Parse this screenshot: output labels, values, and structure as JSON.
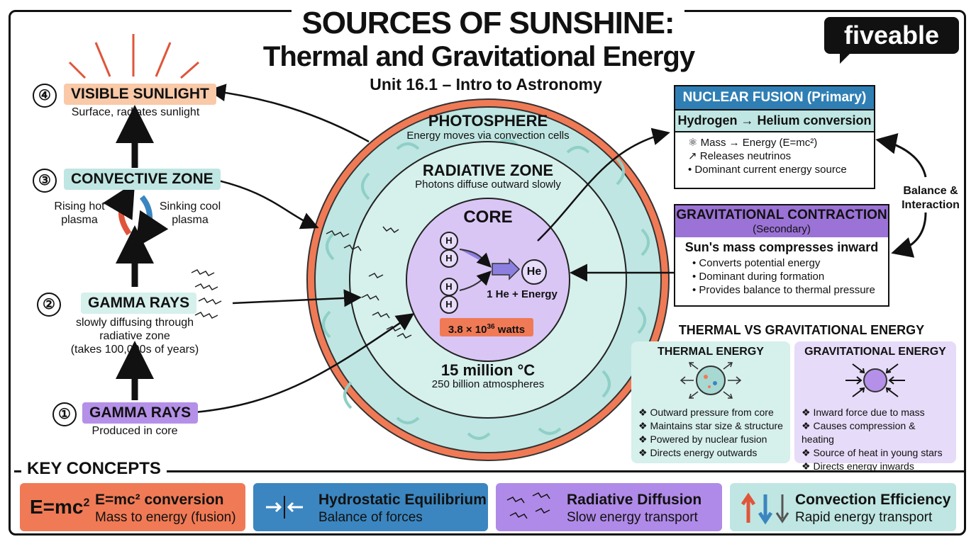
{
  "header": {
    "title_line1": "SOURCES OF SUNSHINE:",
    "title_line2": "Thermal and Gravitational Energy",
    "subtitle": "Unit 16.1 – Intro to Astronomy",
    "logo": "fiveable"
  },
  "steps": [
    {
      "num": "④",
      "label": "VISIBLE SUNLIGHT",
      "caption": "Surface, radiates sunlight"
    },
    {
      "num": "③",
      "label": "CONVECTIVE ZONE",
      "left_note": "Rising hot plasma",
      "right_note": "Sinking cool plasma"
    },
    {
      "num": "②",
      "label": "GAMMA RAYS",
      "caption_lines": [
        "slowly diffusing through",
        "radiative zone",
        "(takes 100,000s of years)"
      ]
    },
    {
      "num": "①",
      "label": "GAMMA RAYS",
      "caption": "Produced in core"
    }
  ],
  "sun": {
    "photosphere_title": "PHOTOSPHERE",
    "photosphere_note": "Energy moves via convection cells",
    "radiative_title": "RADIATIVE ZONE",
    "radiative_note": "Photons diffuse outward slowly",
    "core_title": "CORE",
    "h_label": "H",
    "he_label": "He",
    "reaction": "1 He + Energy",
    "power_text": "3.8 × 10",
    "power_exp": "36",
    "power_unit": " watts",
    "temperature": "15 million °C",
    "pressure": "250 billion atmospheres"
  },
  "fusion_box": {
    "title": "NUCLEAR FUSION (Primary)",
    "subtitle": "Hydrogen → Helium conversion",
    "bullets": [
      "Mass → Energy (E=mc²)",
      "Releases neutrinos",
      "Dominant current energy source"
    ],
    "header_color": "#2f7fb5"
  },
  "balance_label_lines": [
    "Balance &",
    "Interaction"
  ],
  "gravity_box": {
    "title": "GRAVITATIONAL CONTRACTION",
    "title2": "(Secondary)",
    "subtitle": "Sun's mass compresses inward",
    "bullets": [
      "Converts potential energy",
      "Dominant during formation",
      "Provides balance to thermal pressure"
    ],
    "header_color": "#9b72d6"
  },
  "comparison": {
    "title": "THERMAL VS GRAVITATIONAL ENERGY",
    "thermal": {
      "title": "THERMAL ENERGY",
      "bullets": [
        "Outward pressure from core",
        "Maintains star size & structure",
        "Powered by nuclear fusion",
        "Directs energy outwards"
      ]
    },
    "gravitational": {
      "title": "GRAVITATIONAL ENERGY",
      "bullets": [
        "Inward force due to mass",
        "Causes compression & heating",
        "Source of heat in young stars",
        "Directs energy inwards"
      ]
    }
  },
  "key_concepts": {
    "label": "KEY CONCEPTS",
    "items": [
      {
        "icon_text": "E=mc",
        "icon_sup": "2",
        "title": "E=mc² conversion",
        "sub": "Mass to energy (fusion)",
        "color": "#f07a55"
      },
      {
        "title": "Hydrostatic Equilibrium",
        "sub": "Balance of forces",
        "color": "#3b86c0"
      },
      {
        "title": "Radiative Diffusion",
        "sub": "Slow energy transport",
        "color": "#b08ae8"
      },
      {
        "title": "Convection Efficiency",
        "sub": "Rapid energy transport",
        "color": "#bfe6e2"
      }
    ]
  }
}
